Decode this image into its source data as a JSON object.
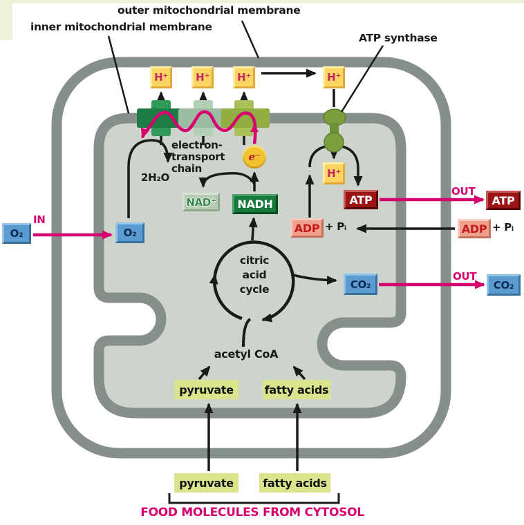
{
  "labels": {
    "outer_membrane": "outer mitochondrial membrane",
    "inner_membrane": "inner mitochondrial membrane",
    "atp_synthase": "ATP synthase",
    "etc1": "electron-",
    "etc2": "transport",
    "etc3": "chain",
    "water": "2H₂O",
    "cyc1": "citric",
    "cyc2": "acid",
    "cyc3": "cycle",
    "acetyl": "acetyl CoA",
    "in": "IN",
    "out": "OUT",
    "plus_pi": "+ Pᵢ",
    "food_caption": "FOOD MOLECULES FROM CYTOSOL"
  },
  "molecules": {
    "h_plus": "H⁺",
    "o2": "O₂",
    "co2": "CO₂",
    "nad": "NAD⁺",
    "nadh": "NADH",
    "electron": "e⁻",
    "atp": "ATP",
    "adp": "ADP",
    "pyruvate": "pyruvate",
    "fatty_acids": "fatty acids"
  },
  "colors": {
    "magenta_accent": "#d6006f",
    "membrane_gray": "#878f8a",
    "matrix_fill": "#cdd4cb",
    "h_box_yellow": "#fbd564",
    "molecule_blue": "#5b9bd0",
    "nadh_green": "#177a3d",
    "nad_pale_green": "#b7cab2",
    "atp_dark_red": "#9d1414",
    "adp_salmon": "#efa08e",
    "food_yellow_green": "#d9e48c",
    "electron_gold": "#f2c330"
  }
}
